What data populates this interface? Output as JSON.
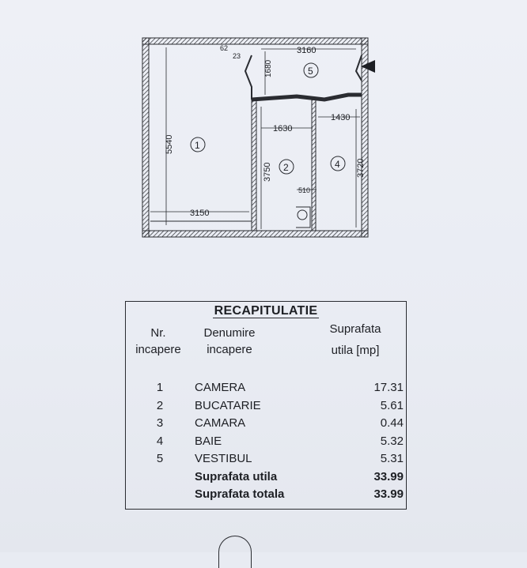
{
  "plan": {
    "rooms": [
      "1",
      "2",
      "4",
      "5"
    ],
    "dims": {
      "d3160": "3160",
      "d62": "62",
      "d23": "23",
      "d1680": "1680",
      "d5540": "5540",
      "d1630": "1630",
      "d1430": "1430",
      "d3750": "3750",
      "d3720": "3720",
      "d510": "510",
      "d3150": "3150"
    }
  },
  "table": {
    "title": "RECAPITULATIE",
    "headers": {
      "nr_line1": "Nr.",
      "nr_line2": "incapere",
      "name_line1": "Denumire",
      "name_line2": "incapere",
      "area_line1": "Suprafata",
      "area_line2": "utila [mp]"
    },
    "rows": [
      {
        "nr": "1",
        "name": "CAMERA",
        "area": "17.31"
      },
      {
        "nr": "2",
        "name": "BUCATARIE",
        "area": "5.61"
      },
      {
        "nr": "3",
        "name": "CAMARA",
        "area": "0.44"
      },
      {
        "nr": "4",
        "name": "BAIE",
        "area": "5.32"
      },
      {
        "nr": "5",
        "name": "VESTIBUL",
        "area": "5.31"
      }
    ],
    "totals": [
      {
        "label": "Suprafata utila",
        "value": "33.99"
      },
      {
        "label": "Suprafata totala",
        "value": "33.99"
      }
    ]
  }
}
